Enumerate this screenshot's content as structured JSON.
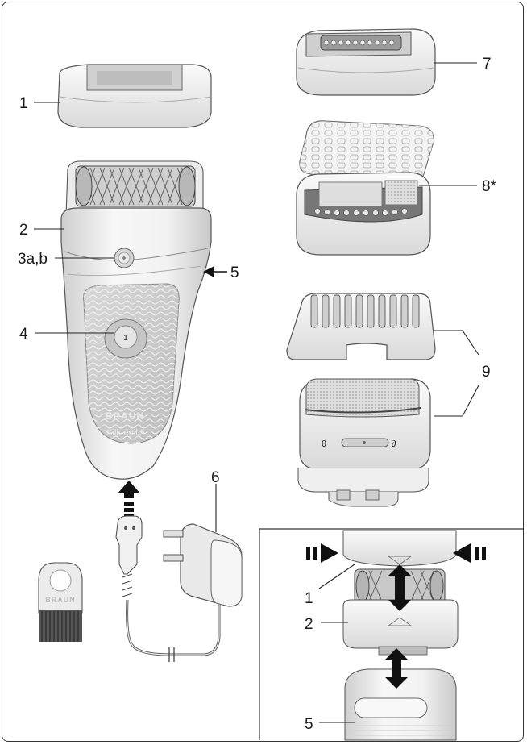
{
  "callouts": {
    "part_1": "1",
    "part_2": "2",
    "part_3ab": "3a,b",
    "part_4": "4",
    "part_5": "5",
    "part_6": "6",
    "part_7": "7",
    "part_8": "8*",
    "part_9": "9",
    "inset_1": "1",
    "inset_2": "2",
    "inset_5": "5"
  },
  "device": {
    "brand": "BRAUN",
    "model": "Silk·épil 5",
    "switch_label": "1"
  },
  "brush": {
    "brand": "BRAUN"
  },
  "colors": {
    "line": "#333333",
    "body": "#f4f4f4",
    "shade": "#d6d6d6",
    "dark": "#555555"
  }
}
